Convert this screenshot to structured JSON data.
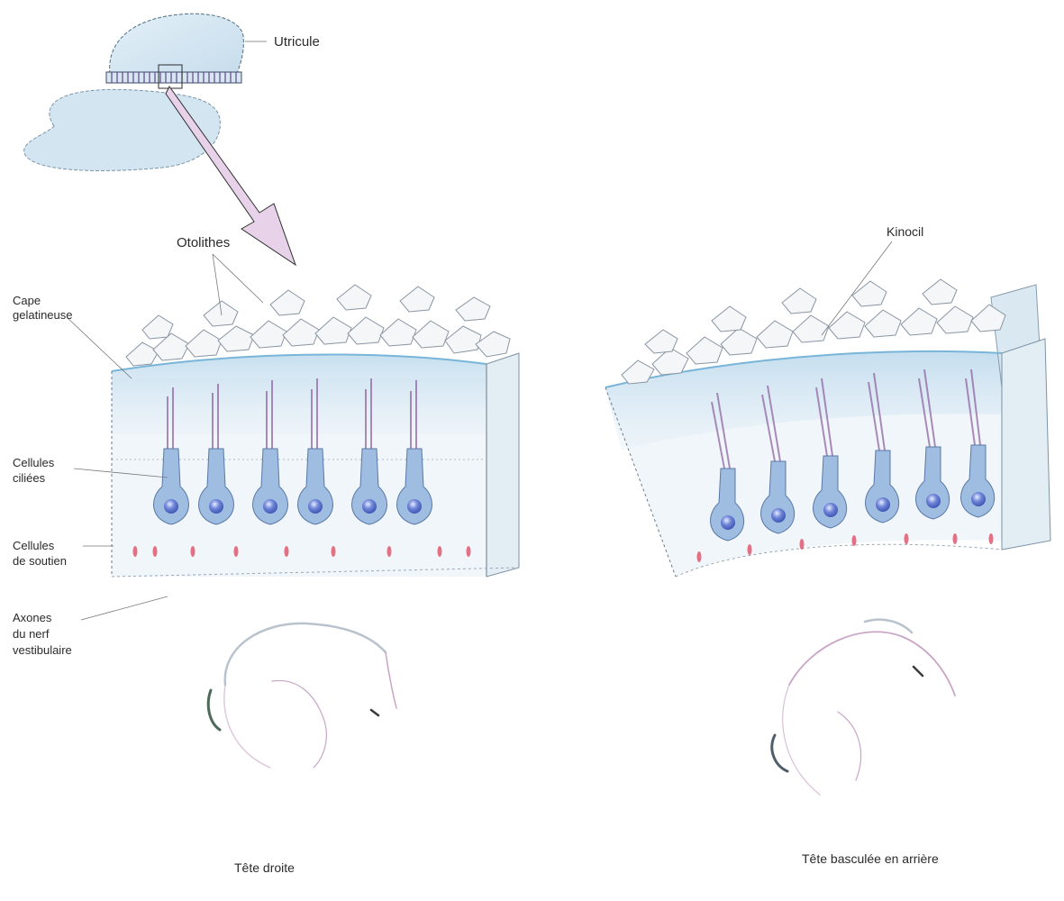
{
  "labels": {
    "utricule": "Utricule",
    "otolithes": "Otolithes",
    "kinocil": "Kinocil",
    "cape_line1": "Cape",
    "cape_line2": "gelatineuse",
    "cellules_ciliees_line1": "Cellules",
    "cellules_ciliees_line2": "ciliées",
    "cellules_soutien_line1": "Cellules",
    "cellules_soutien_line2": "de soutien",
    "axones_line1": "Axones",
    "axones_line2": "du nerf",
    "axones_line3": "vestibulaire"
  },
  "captions": {
    "left": "Tête droite",
    "right": "Tête basculée en arrière"
  },
  "colors": {
    "jelly": "#bcd9ec",
    "cell": "#9fbde0",
    "nucleus": "#4a64c8",
    "cilia": "#8a5d9e",
    "support_nucleus": "#e0506a",
    "arrow": "#e7d2ea",
    "otolith": "#f4f6f8"
  }
}
